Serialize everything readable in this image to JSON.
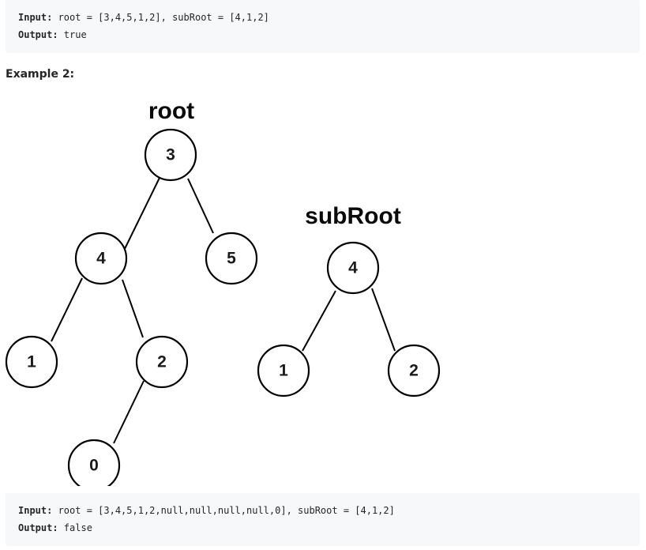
{
  "example1": {
    "input_label": "Input:",
    "input_value": " root = [3,4,5,1,2], subRoot = [4,1,2]",
    "output_label": "Output:",
    "output_value": " true"
  },
  "example2_heading": "Example 2:",
  "diagram": {
    "root_label": "root",
    "subroot_label": "subRoot",
    "root_tree": {
      "nodes": [
        "3",
        "4",
        "5",
        "1",
        "2",
        "0"
      ],
      "edges": [
        [
          "3",
          "4"
        ],
        [
          "3",
          "5"
        ],
        [
          "4",
          "1"
        ],
        [
          "4",
          "2"
        ],
        [
          "2",
          "0"
        ]
      ]
    },
    "subroot_tree": {
      "nodes": [
        "4",
        "1",
        "2"
      ],
      "edges": [
        [
          "4",
          "1"
        ],
        [
          "4",
          "2"
        ]
      ]
    }
  },
  "example2": {
    "input_label": "Input:",
    "input_value": " root = [3,4,5,1,2,null,null,null,null,0], subRoot = [4,1,2]",
    "output_label": "Output:",
    "output_value": " false"
  }
}
